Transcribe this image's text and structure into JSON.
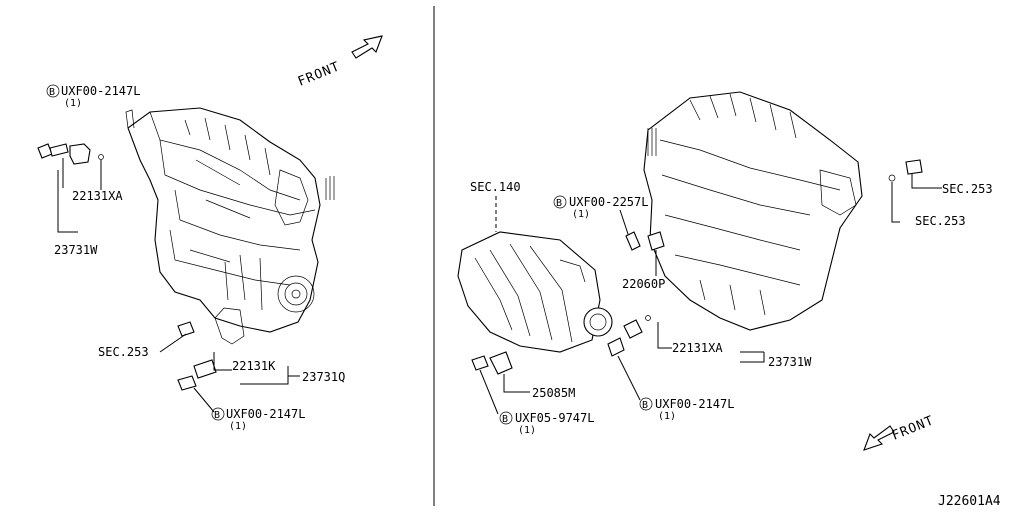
{
  "front_label": "FRONT",
  "bolt_symbol": "B",
  "drawing_code": "J22601A4",
  "left": {
    "bolt_top": {
      "part": "UXF00-2147L",
      "qty": "(1)"
    },
    "sensor_top": "22131XA",
    "harness_top": "23731W",
    "sec_ref": "SEC.253",
    "sensor_bottom": "22131K",
    "harness_bottom": "23731Q",
    "bolt_bottom": {
      "part": "UXF00-2147L",
      "qty": "(1)"
    }
  },
  "right": {
    "sec_intake": "SEC.140",
    "bolt_knock": {
      "part": "UXF00-2257L",
      "qty": "(1)"
    },
    "knock_sensor": "22060P",
    "sec_ref_1": "SEC.253",
    "sec_ref_2": "SEC.253",
    "sensor": "22131XA",
    "harness": "23731W",
    "bolt_sensor": {
      "part": "UXF00-2147L",
      "qty": "(1)"
    },
    "map_sensor": "25085M",
    "bolt_map": {
      "part": "UXF05-9747L",
      "qty": "(1)"
    }
  }
}
